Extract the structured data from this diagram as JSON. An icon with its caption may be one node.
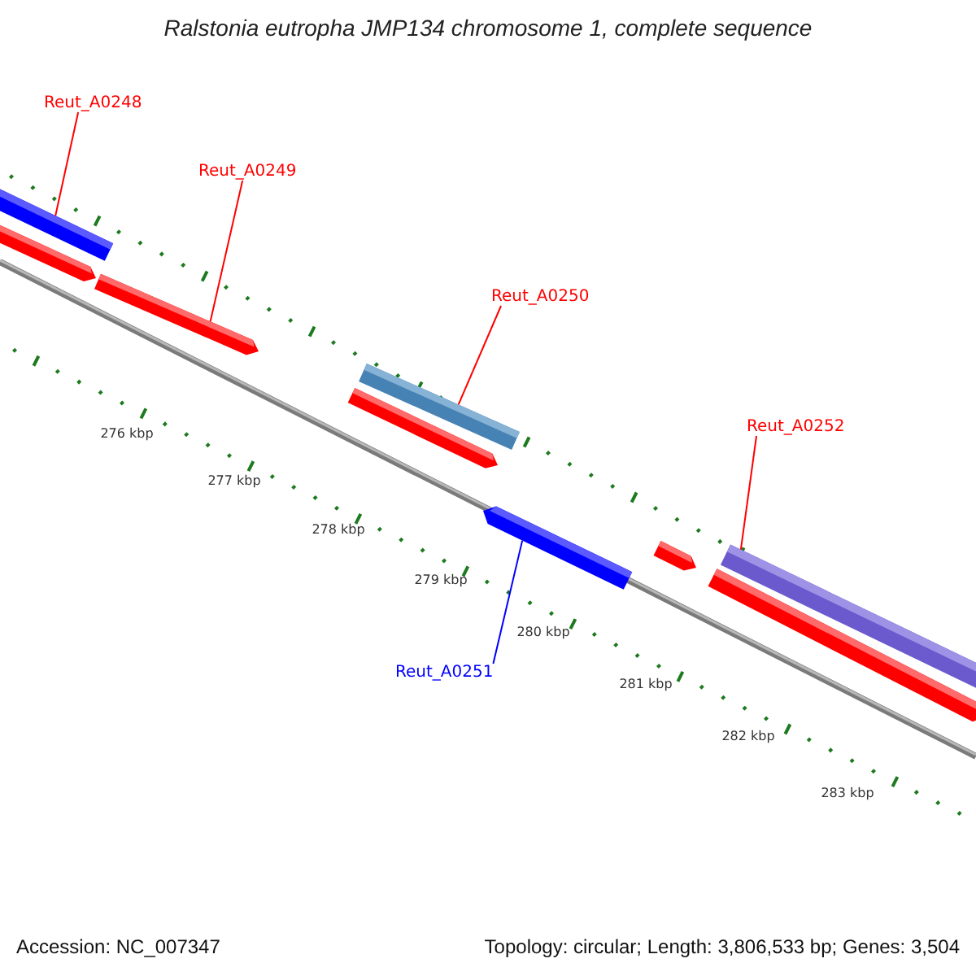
{
  "diagram": {
    "title": "Ralstonia eutropha JMP134 chromosome 1, complete sequence",
    "nodes": [
      {
        "text": [
          "Reut_A0248"
        ]
      },
      {
        "text": [
          "Reut_A0249"
        ]
      },
      {
        "text": [
          "Reut_A0250"
        ]
      },
      {
        "text": [
          "Reut_A0252"
        ]
      },
      {
        "text": [
          "Reut_A0251"
        ]
      },
      {
        "text": [],
        "shape": "bar"
      },
      {
        "text": [],
        "shape": "bar"
      },
      {
        "text": [],
        "shape": "bar"
      },
      {
        "text": [],
        "shape": "bar"
      },
      {
        "text": [],
        "shape": "bar"
      },
      {
        "text": [],
        "shape": "bar"
      },
      {
        "text": [],
        "shape": "bar"
      },
      {
        "text": [],
        "shape": "bar"
      },
      {
        "text": [],
        "shape": "bar"
      }
    ],
    "edges": [
      {
        "from": 0,
        "to": 5,
        "arrow": "none"
      },
      {
        "from": 1,
        "to": 7,
        "arrow": "none"
      },
      {
        "from": 2,
        "to": 8,
        "arrow": "none"
      },
      {
        "from": 3,
        "to": 12,
        "arrow": "none"
      },
      {
        "from": 4,
        "to": 10,
        "arrow": "none",
        "color": "#0000ff"
      }
    ],
    "labels": [
      "276 kbp",
      "277 kbp",
      "278 kbp",
      "279 kbp",
      "280 kbp",
      "281 kbp",
      "282 kbp",
      "283 kbp",
      "Accession: NC_007347",
      "Topology: circular; Length: 3,806,533 bp; Genes: 3,504"
    ]
  }
}
